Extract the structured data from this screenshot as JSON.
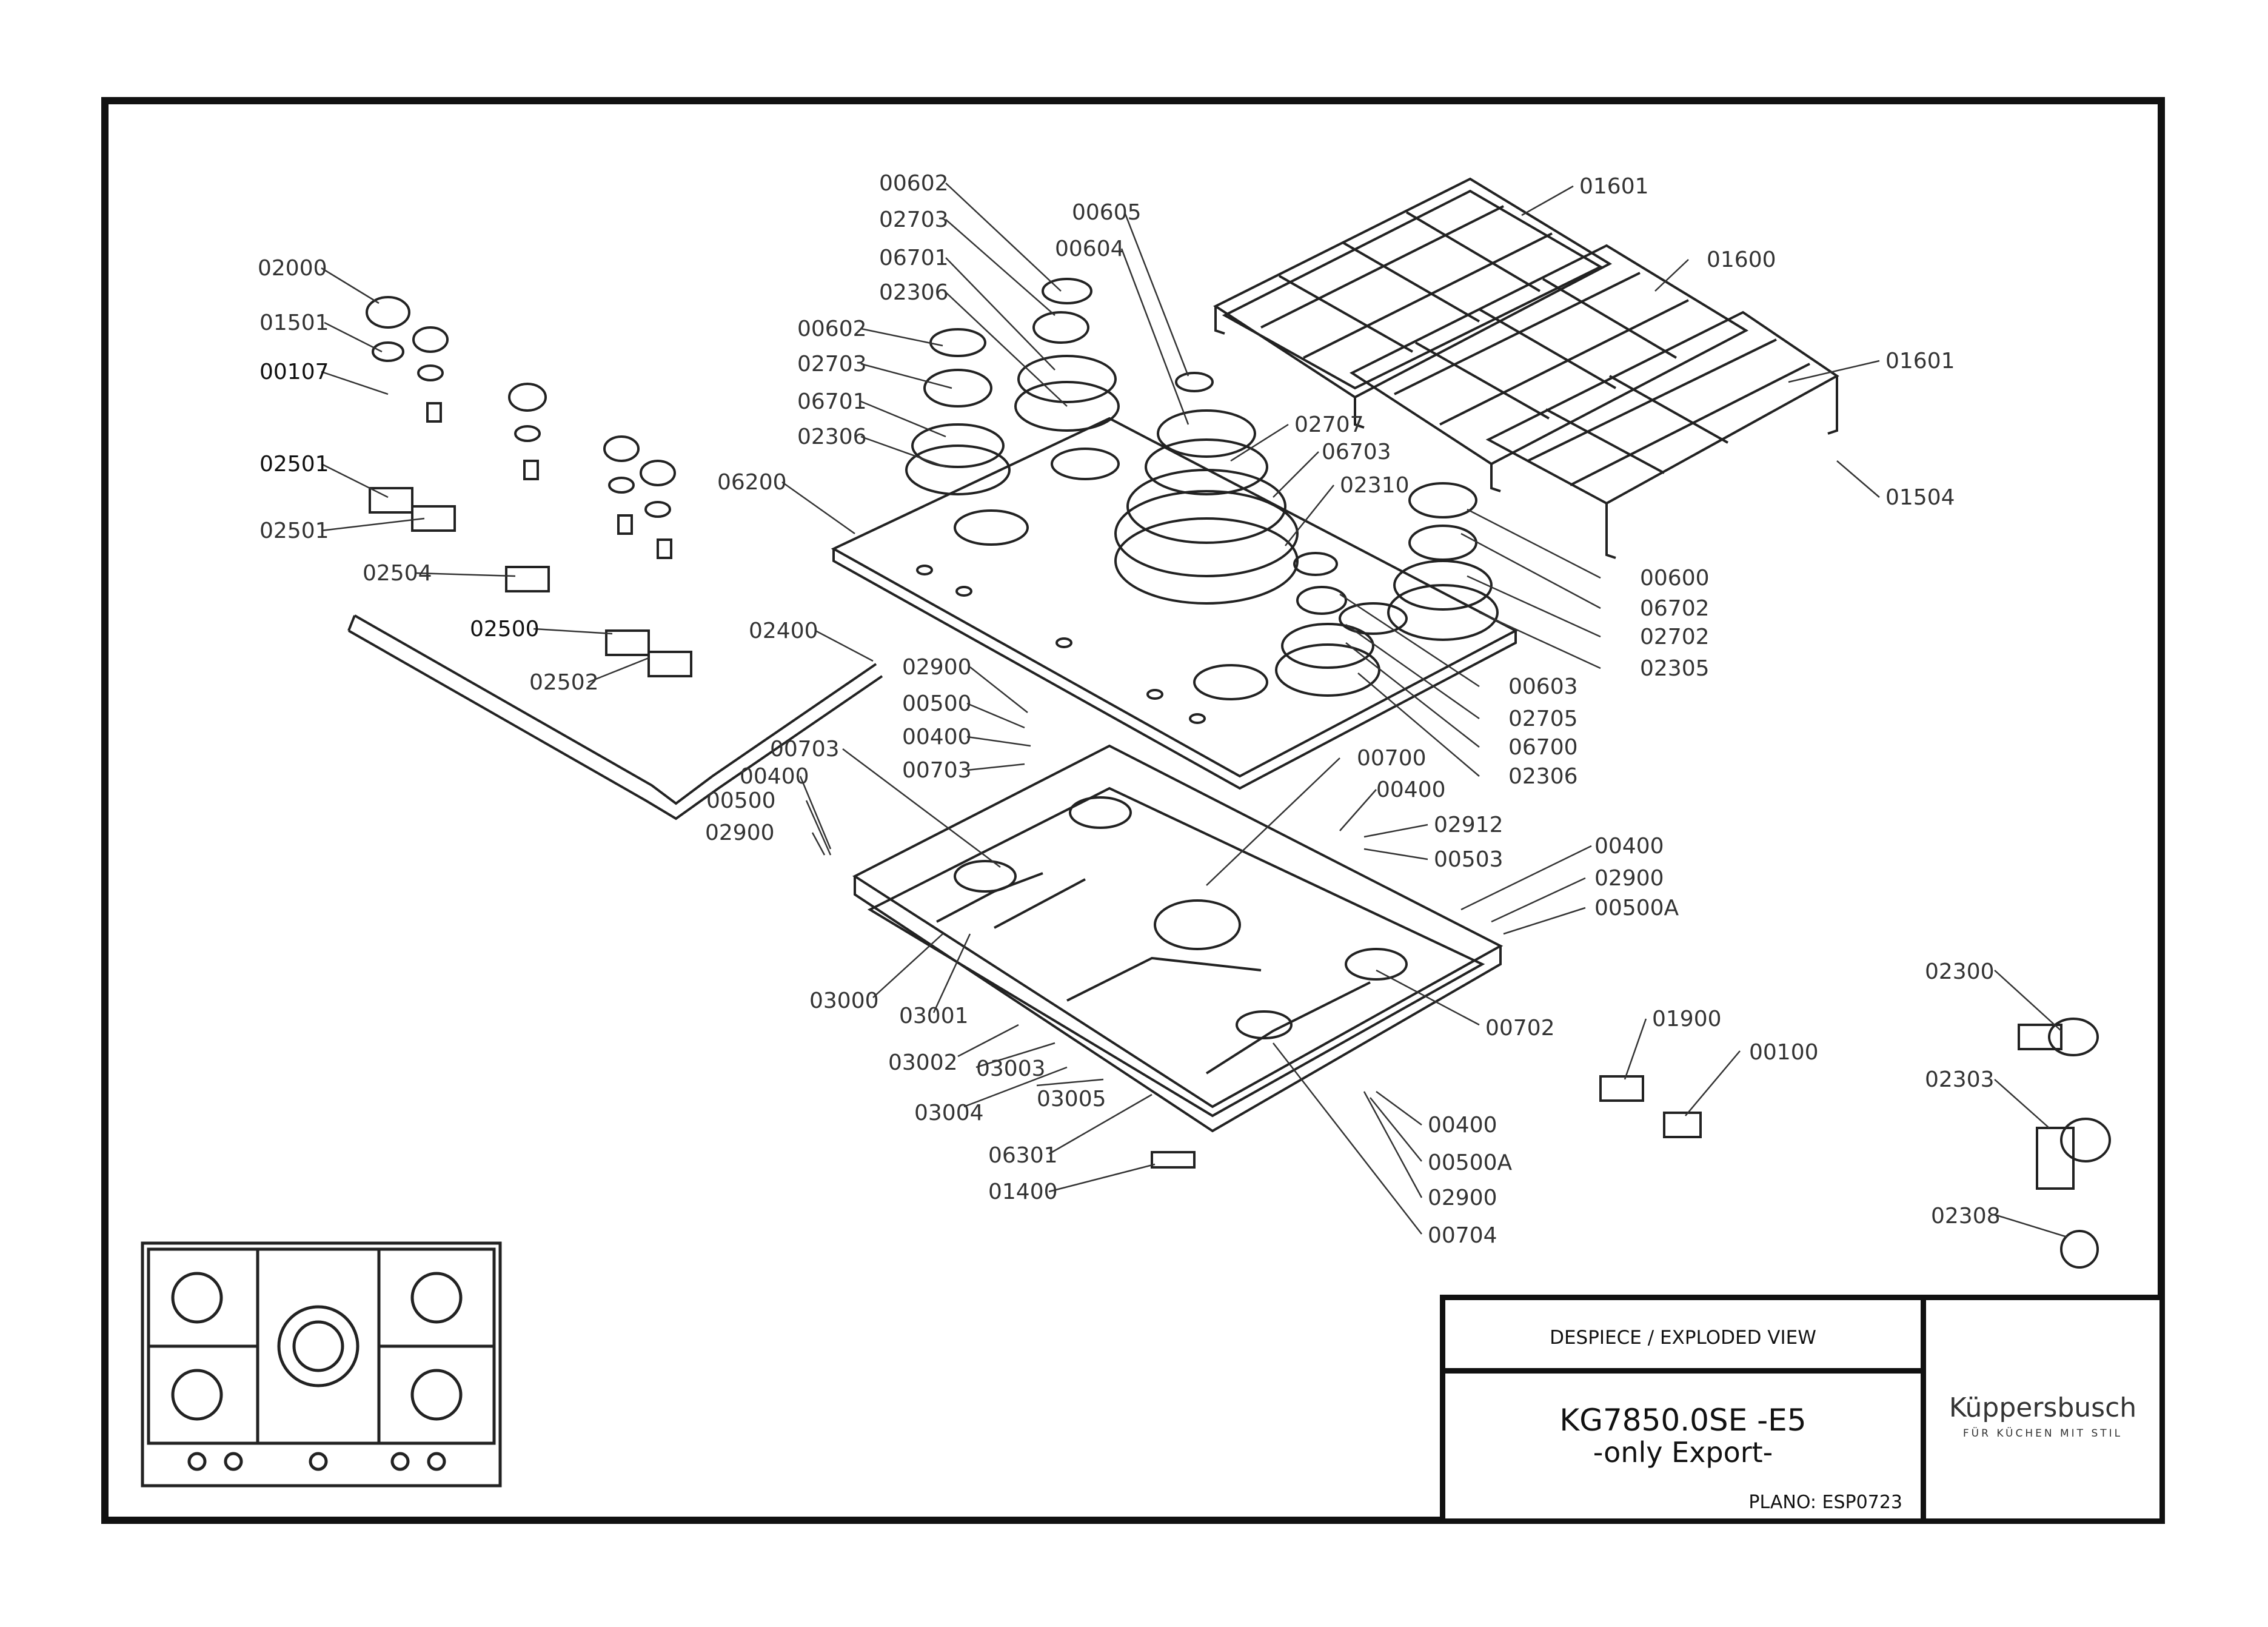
{
  "title_block": {
    "header": "DESPIECE / EXPLODED VIEW",
    "model": "KG7850.0SE -E5",
    "model_note": "-only Export-",
    "plan": "PLANO:  ESP0723",
    "brand_name": "Küppersbusch",
    "brand_tagline": "FÜR KÜCHEN MIT STIL"
  },
  "part_labels": {
    "p02000": "02000",
    "p01501": "01501",
    "p00107": "00107",
    "p02501a": "02501",
    "p02501b": "02501",
    "p02504": "02504",
    "p02500": "02500",
    "p02502": "02502",
    "p02400": "02400",
    "p00602a": "00602",
    "p02703a": "02703",
    "p06701a": "06701",
    "p02306a": "02306",
    "p00605": "00605",
    "p00604": "00604",
    "p00602b": "00602",
    "p02703b": "02703",
    "p06701b": "06701",
    "p02306b": "02306",
    "p06200": "06200",
    "p02707": "02707",
    "p06703": "06703",
    "p02310": "02310",
    "p01601a": "01601",
    "p01600": "01600",
    "p01601b": "01601",
    "p01504": "01504",
    "p00600": "00600",
    "p06702": "06702",
    "p02702": "02702",
    "p02305": "02305",
    "p00603": "00603",
    "p02705": "02705",
    "p06700": "06700",
    "p02306c": "02306",
    "p02900a": "02900",
    "p00500a": "00500",
    "p00400a": "00400",
    "p00703a": "00703",
    "p00703b": "00703",
    "p00400b": "00400",
    "p00500b": "00500",
    "p02900b": "02900",
    "p00700": "00700",
    "p00400c": "00400",
    "p02912": "02912",
    "p00503": "00503",
    "p00400d": "00400",
    "p02900c": "02900",
    "p00500A1": "00500A",
    "p03000": "03000",
    "p03001": "03001",
    "p03002": "03002",
    "p03003": "03003",
    "p03004": "03004",
    "p03005": "03005",
    "p00702": "00702",
    "p01900": "01900",
    "p00100": "00100",
    "p00400e": "00400",
    "p00500A2": "00500A",
    "p02900d": "02900",
    "p00704": "00704",
    "p06301": "06301",
    "p01400": "01400",
    "p02300": "02300",
    "p02303": "02303",
    "p02308": "02308"
  }
}
